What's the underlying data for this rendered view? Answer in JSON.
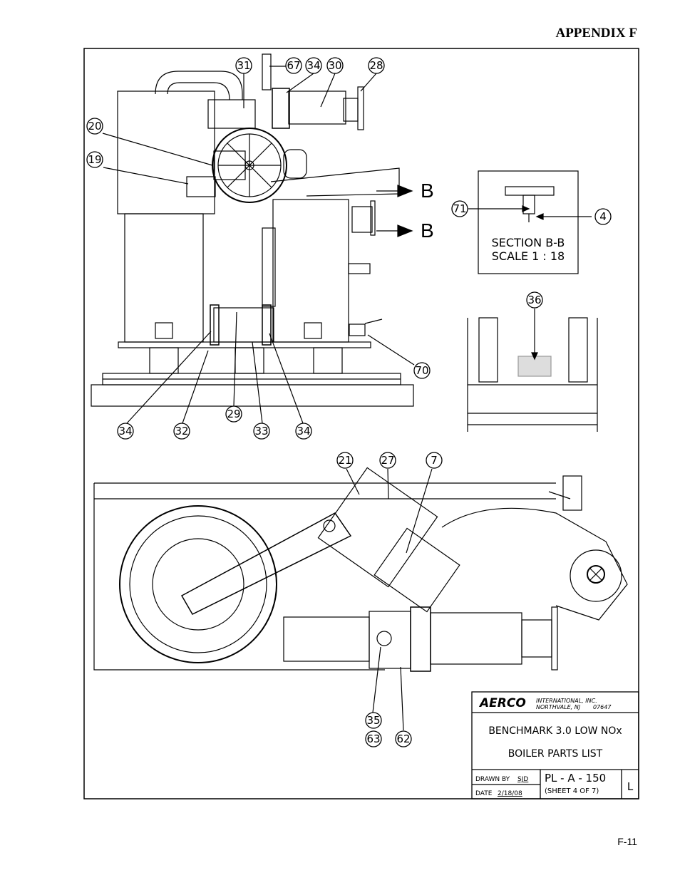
{
  "header": {
    "appendix": "APPENDIX F"
  },
  "footer": {
    "page": "F-11"
  },
  "section_view": {
    "label": "SECTION B-B",
    "scale": "SCALE 1 : 18",
    "arrow_letter": "B"
  },
  "balloons": {
    "top": [
      "31",
      "67",
      "34",
      "30",
      "28",
      "20",
      "19",
      "70",
      "34",
      "32",
      "29",
      "33",
      "34"
    ],
    "section": [
      "71",
      "4"
    ],
    "detail": [
      "36"
    ],
    "bottom": [
      "21",
      "27",
      "7",
      "35",
      "63",
      "62"
    ]
  },
  "title_block": {
    "company": "AERCO",
    "company_full": "INTERNATIONAL, INC.",
    "address": "NORTHVALE, NJ",
    "zip": "07647",
    "title_line1": "BENCHMARK 3.0 LOW NOx",
    "title_line2": "BOILER PARTS LIST",
    "drawn_by_label": "DRAWN BY",
    "drawn_by": "SJD",
    "date_label": "DATE",
    "date": "2/18/08",
    "part_no": "PL - A - 150",
    "sheet": "(SHEET 4 OF 7)",
    "rev": "L"
  }
}
